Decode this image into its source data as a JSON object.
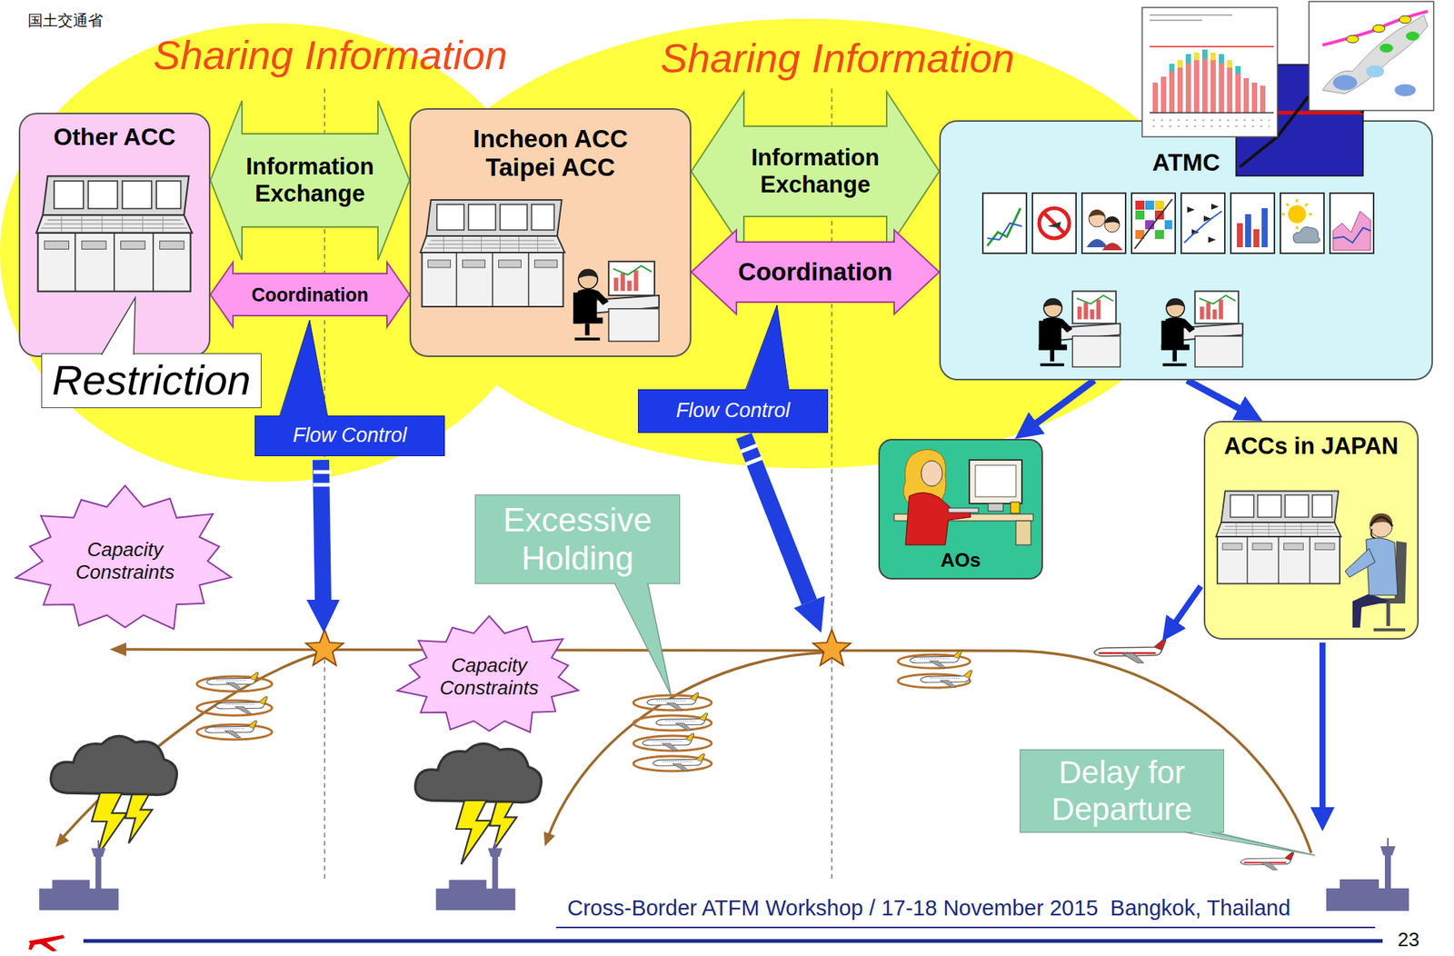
{
  "diagram": {
    "nodes": [
      {
        "text": [
          "Other ACC"
        ]
      },
      {
        "text": [
          "Incheon ACC Taipei ACC"
        ]
      },
      {
        "text": [
          "ATMC"
        ]
      },
      {
        "text": [
          "Restriction"
        ]
      },
      {
        "text": [
          "Flow Control"
        ]
      },
      {
        "text": [
          "Flow Control"
        ]
      },
      {
        "text": [
          "AOs"
        ]
      },
      {
        "text": [
          "ACCs in JAPAN"
        ]
      },
      {
        "text": [
          "Capacity Constraints"
        ]
      },
      {
        "text": [
          "Excessive Holding"
        ]
      },
      {
        "text": [
          "Capacity Constraints"
        ]
      },
      {
        "text": [
          "Delay for Departure"
        ]
      }
    ],
    "edges": [
      {
        "from": 0,
        "to": 1,
        "label": "Information Exchange",
        "arrow": "both"
      },
      {
        "from": 0,
        "to": 1,
        "label": "Coordination",
        "arrow": "both"
      },
      {
        "from": 1,
        "to": 2,
        "label": "Information Exchange",
        "arrow": "both"
      },
      {
        "from": 1,
        "to": 2,
        "label": "Coordination",
        "arrow": "both"
      },
      {
        "from": 2,
        "to": 6,
        "arrow": "to"
      },
      {
        "from": 2,
        "to": 7,
        "arrow": "to"
      }
    ],
    "labels": [
      "国土交通省",
      "Sharing Information",
      "Sharing Information",
      "Cross-Border ATFM Workshop / 17-18 November 2015  Bangkok, Thailand",
      "23"
    ]
  }
}
